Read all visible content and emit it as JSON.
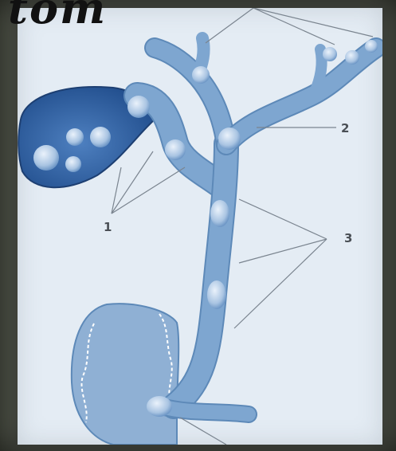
{
  "watermark_text": "tom",
  "labels": {
    "one": "1",
    "two": "2",
    "three": "3"
  },
  "colors": {
    "duct": "#7ea6d0",
    "duct_edge": "#5d89b8",
    "gallbladder": "#3b6db0",
    "stone": "#c9dcef",
    "background": "#e4ecf4"
  }
}
